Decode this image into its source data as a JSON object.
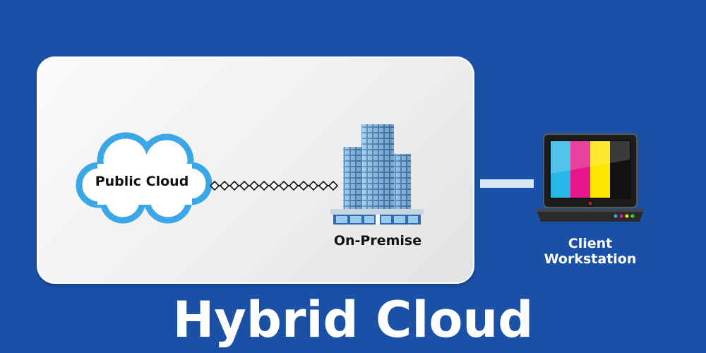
{
  "nodes": {
    "public_cloud": "Public Cloud",
    "on_premise": "On-Premise",
    "client_line1": "Client",
    "client_line2": "Workstation"
  },
  "title": "Hybrid Cloud",
  "colors": {
    "background": "#1a50a6",
    "cloud": "#3aa7e6",
    "building": "#3f7fc0",
    "screen_cyan": "#29b6e8",
    "screen_magenta": "#e5178a",
    "screen_yellow": "#ffe600",
    "screen_black": "#111111"
  },
  "icons": [
    "cloud-icon",
    "office-building-icon",
    "laptop-icon"
  ]
}
